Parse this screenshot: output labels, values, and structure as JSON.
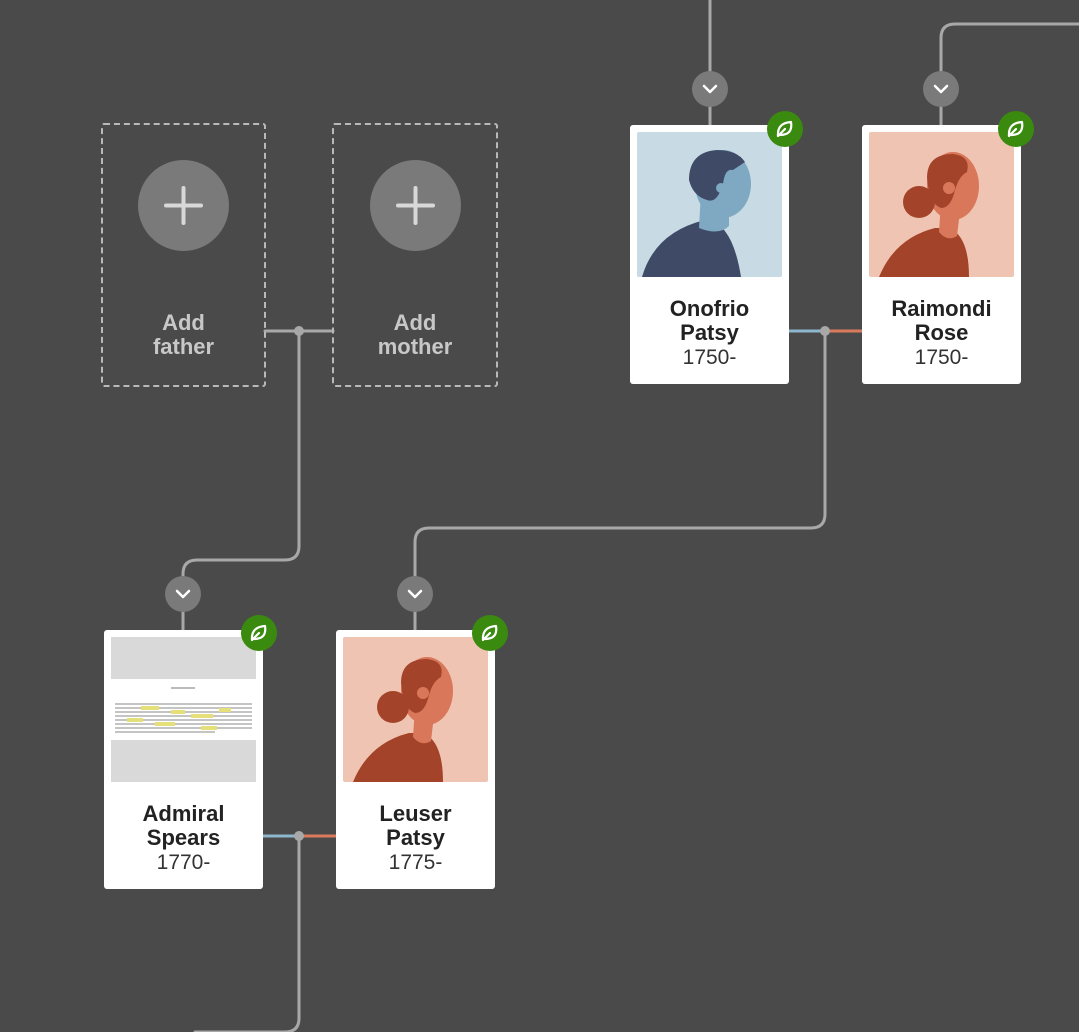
{
  "tree": {
    "add_father": {
      "line1": "Add",
      "line2": "father"
    },
    "add_mother": {
      "line1": "Add",
      "line2": "mother"
    },
    "people": {
      "onofrio": {
        "first": "Onofrio",
        "last": "Patsy",
        "dates": "1750-"
      },
      "raimondi": {
        "first": "Raimondi",
        "last": "Rose",
        "dates": "1750-"
      },
      "admiral": {
        "first": "Admiral",
        "last": "Spears",
        "dates": "1770-"
      },
      "leuser": {
        "first": "Leuser",
        "last": "Patsy",
        "dates": "1775-"
      }
    }
  },
  "icons": {
    "hint": "leaf-hint-icon",
    "expand": "chevron-down-icon",
    "add": "plus-icon"
  },
  "colors": {
    "background": "#4a4a4a",
    "connector": "#a8a8a8",
    "male_line": "#8fb6cf",
    "female_line": "#d97a5c",
    "hint_green": "#3a8a10",
    "male_portrait_bg": "#c8dbe4",
    "female_portrait_bg": "#f0c4b2"
  }
}
